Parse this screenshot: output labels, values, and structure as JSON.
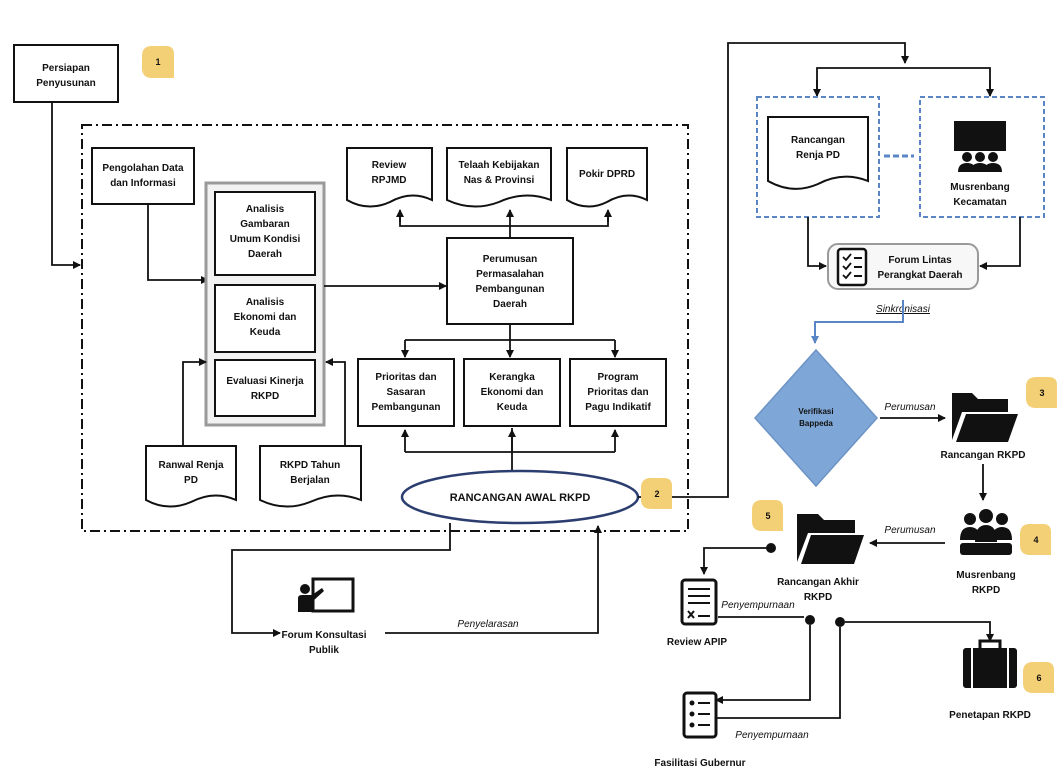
{
  "boxes": {
    "persiapan": [
      "Persiapan",
      "Penyusunan"
    ],
    "pengolahan": [
      "Pengolahan Data",
      "dan Informasi"
    ],
    "analisis_gambaran": [
      "Analisis",
      "Gambaran",
      "Umum Kondisi",
      "Daerah"
    ],
    "analisis_ekonomi": [
      "Analisis",
      "Ekonomi dan",
      "Keuda"
    ],
    "evaluasi": [
      "Evaluasi Kinerja",
      "RKPD"
    ],
    "review_rpjmd": [
      "Review",
      "RPJMD"
    ],
    "telaah": [
      "Telaah Kebijakan",
      "Nas & Provinsi"
    ],
    "pokir": [
      "Pokir DPRD"
    ],
    "perumusan": [
      "Perumusan",
      "Permasalahan",
      "Pembangunan",
      "Daerah"
    ],
    "prioritas": [
      "Prioritas dan",
      "Sasaran",
      "Pembangunan"
    ],
    "kerangka": [
      "Kerangka",
      "Ekonomi dan",
      "Keuda"
    ],
    "program": [
      "Program",
      "Prioritas dan",
      "Pagu Indikatif"
    ],
    "ranwal_renja": [
      "Ranwal Renja",
      "PD"
    ],
    "rkpd_tahun": [
      "RKPD Tahun",
      "Berjalan"
    ],
    "rancangan_awal": "RANCANGAN AWAL RKPD",
    "rancangan_renja": [
      "Rancangan",
      "Renja PD"
    ],
    "musrenbang_kec": [
      "Musrenbang",
      "Kecamatan"
    ],
    "forum_lintas": [
      "Forum Lintas",
      "Perangkat Daerah"
    ],
    "verifikasi": [
      "Verifikasi",
      "Bappeda"
    ],
    "rancangan_rkpd": "Rancangan RKPD",
    "musrenbang_rkpd": [
      "Musrenbang",
      "RKPD"
    ],
    "rancangan_akhir": [
      "Rancangan Akhir",
      "RKPD"
    ],
    "review_apip": "Review APIP",
    "forum_konsultasi": [
      "Forum Konsultasi",
      "Publik"
    ],
    "penetapan": "Penetapan  RKPD",
    "fasilitasi": "Fasilitasi Gubernur"
  },
  "edge_labels": {
    "sinkronisasi": "Sinkronisasi",
    "perumusan_1": "Perumusan",
    "perumusan_2": "Perumusan",
    "penyempurnaan_1": "Penyempurnaan",
    "penyempurnaan_2": "Penyempurnaan",
    "penyelarasan": "Penyelarasan"
  },
  "badges": [
    "1",
    "2",
    "3",
    "4",
    "5",
    "6"
  ],
  "colors": {
    "badge": "#f3cf75",
    "diamond": "#7ea6d6",
    "dashed_blue": "#5b86c5",
    "ellipse_border": "#2c3e70"
  }
}
